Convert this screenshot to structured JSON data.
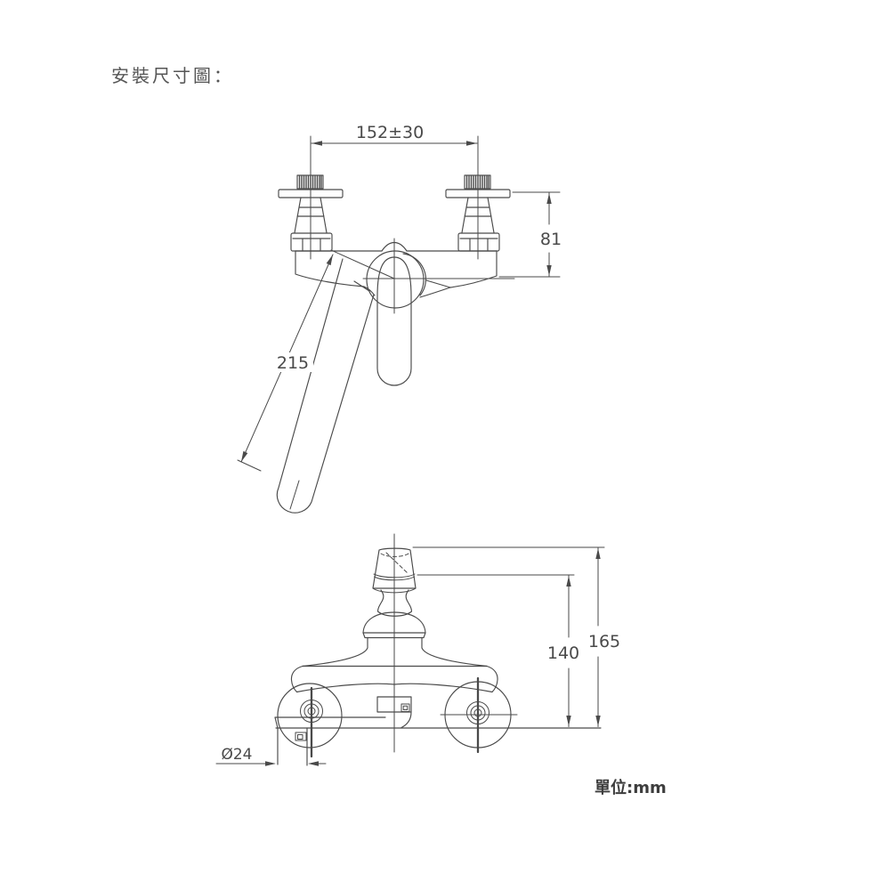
{
  "title": "安裝尺寸圖：",
  "unit_label": "單位:mm",
  "colors": {
    "line": "#4a4a4a",
    "text": "#4a4a4a",
    "background": "#ffffff"
  },
  "front_view": {
    "dim_center_distance": "152±30",
    "dim_body_height": "81",
    "dim_spout_length": "215"
  },
  "side_view": {
    "dim_knob_height": "140",
    "dim_total_height": "165",
    "dim_outlet_diameter": "Ø24"
  }
}
